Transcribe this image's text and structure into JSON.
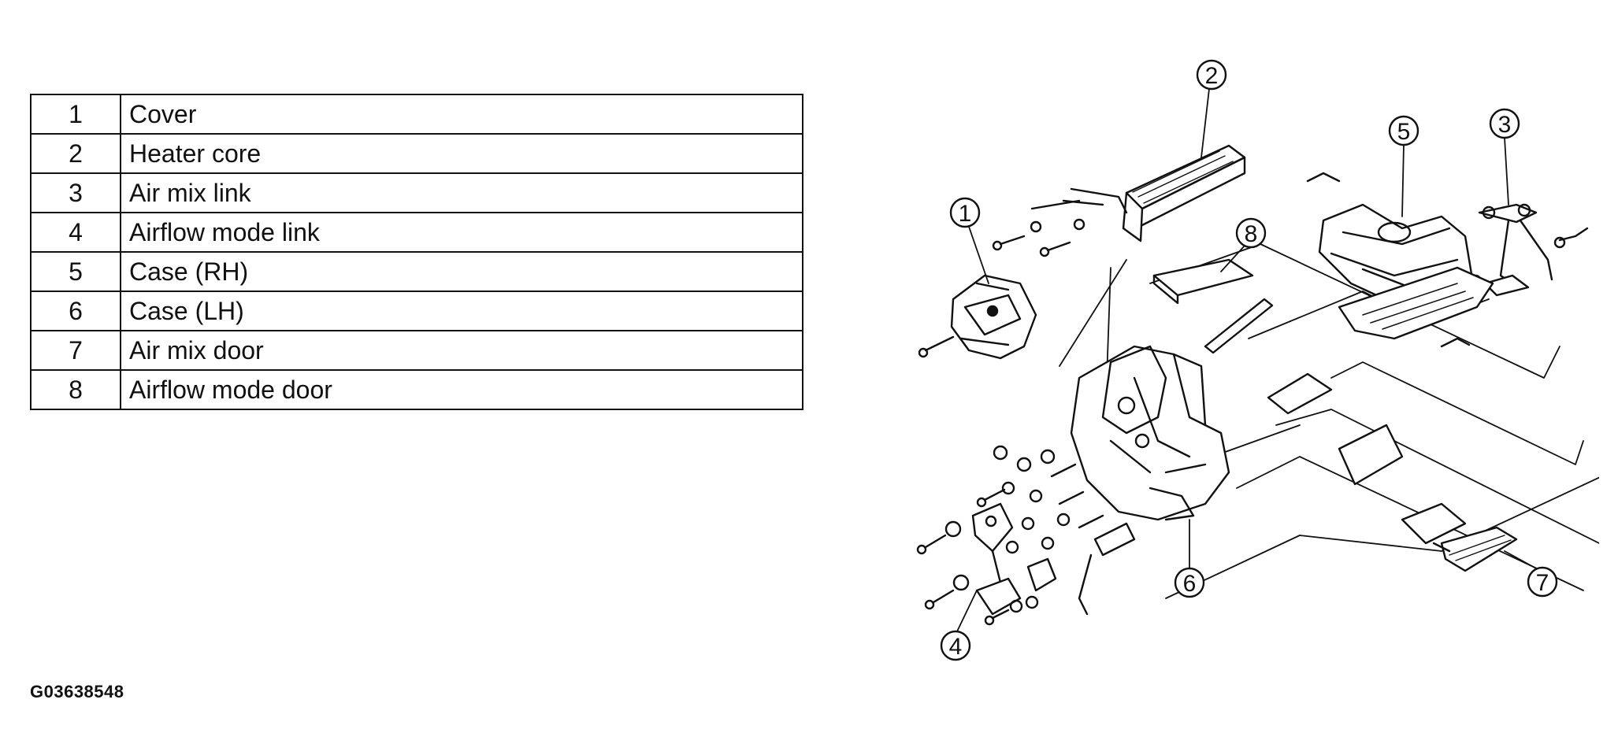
{
  "legend": {
    "rows": [
      {
        "num": "1",
        "label": "Cover"
      },
      {
        "num": "2",
        "label": "Heater core"
      },
      {
        "num": "3",
        "label": "Air mix link"
      },
      {
        "num": "4",
        "label": "Airflow mode link"
      },
      {
        "num": "5",
        "label": "Case (RH)"
      },
      {
        "num": "6",
        "label": "Case (LH)"
      },
      {
        "num": "7",
        "label": "Air mix door"
      },
      {
        "num": "8",
        "label": "Airflow mode door"
      }
    ]
  },
  "figure_id": "G03638548",
  "callouts": [
    "1",
    "2",
    "3",
    "4",
    "5",
    "6",
    "7",
    "8"
  ]
}
